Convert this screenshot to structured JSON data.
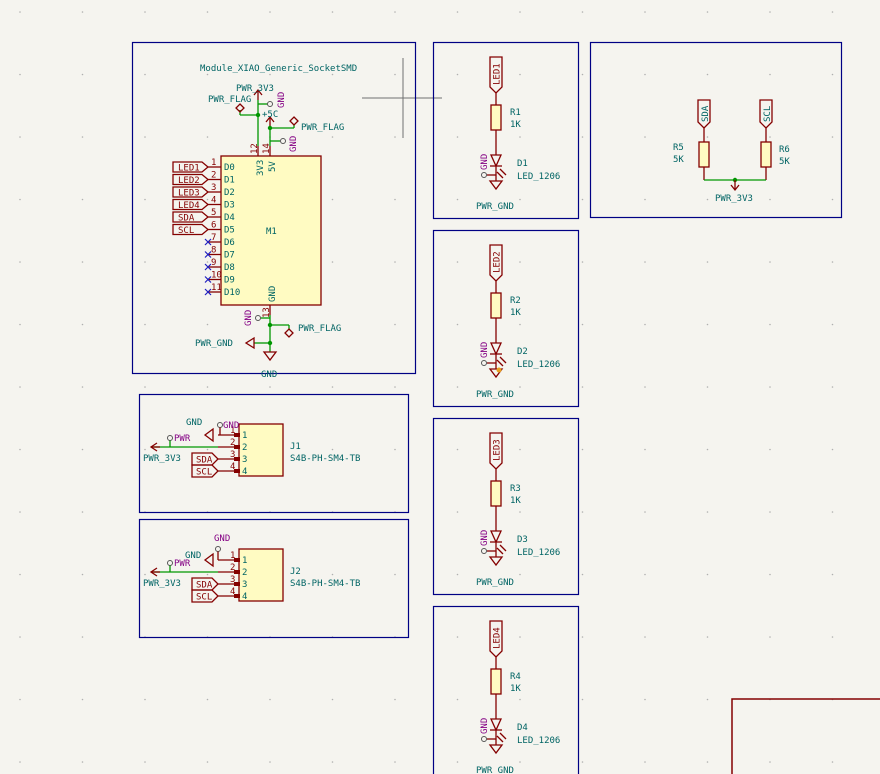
{
  "sheet": {
    "type": "KiCad schematic editor canvas",
    "colors": {
      "background": "#f5f4ef",
      "wire": "#009600",
      "symbol": "#840000",
      "symbol_fill": "#fffbc2",
      "text": "#006464",
      "power_text": "#840084",
      "box": "#000084",
      "no_connect": "#2020c0"
    }
  },
  "mcu": {
    "title": "Module_XIAO_Generic_SocketSMD",
    "ref": "M1",
    "power": {
      "pwr_3v3": "PWR_3V3",
      "pwr_flag_left": "PWR_FLAG",
      "gnd_top": "GND",
      "plus5c": "+5C",
      "pwr_flag_right": "PWR_FLAG",
      "gnd_5v": "GND",
      "pin12": "12",
      "pin14": "14",
      "pin_3v3_label": "3V3",
      "pin_5v_label": "5V"
    },
    "left_pins": [
      {
        "num": "1",
        "name": "D0",
        "net": "LED1"
      },
      {
        "num": "2",
        "name": "D1",
        "net": "LED2"
      },
      {
        "num": "3",
        "name": "D2",
        "net": "LED3"
      },
      {
        "num": "4",
        "name": "D3",
        "net": "LED4"
      },
      {
        "num": "5",
        "name": "D4",
        "net": "SDA"
      },
      {
        "num": "6",
        "name": "D5",
        "net": "SCL"
      },
      {
        "num": "7",
        "name": "D6",
        "net": ""
      },
      {
        "num": "8",
        "name": "D7",
        "net": ""
      },
      {
        "num": "9",
        "name": "D8",
        "net": ""
      },
      {
        "num": "10",
        "name": "D9",
        "net": ""
      },
      {
        "num": "11",
        "name": "D10",
        "net": ""
      }
    ],
    "bottom": {
      "pin13": "13",
      "pin_gnd_label": "GND",
      "gnd_small": "GND",
      "pwr_flag": "PWR_FLAG",
      "pwr_gnd": "PWR_GND",
      "gnd_bottom": "GND"
    }
  },
  "connectors": [
    {
      "ref": "J1",
      "value": "S4B-PH-SM4-TB",
      "gnd_green": "GND",
      "gnd_purple": "GND",
      "pwr": "PWR",
      "pwr_3v3": "PWR_3V3",
      "pins": [
        {
          "num": "1",
          "label": "1"
        },
        {
          "num": "2",
          "label": "2"
        },
        {
          "num": "3",
          "label": "3",
          "net": "SDA"
        },
        {
          "num": "4",
          "label": "4",
          "net": "SCL"
        }
      ]
    },
    {
      "ref": "J2",
      "value": "S4B-PH-SM4-TB",
      "gnd_green": "GND",
      "gnd_purple": "GND",
      "pwr": "PWR",
      "pwr_3v3": "PWR_3V3",
      "pins": [
        {
          "num": "1",
          "label": "1"
        },
        {
          "num": "2",
          "label": "2"
        },
        {
          "num": "3",
          "label": "3",
          "net": "SDA"
        },
        {
          "num": "4",
          "label": "4",
          "net": "SCL"
        }
      ]
    }
  ],
  "leds": [
    {
      "net": "LED1",
      "r_ref": "R1",
      "r_val": "1K",
      "d_ref": "D1",
      "d_val": "LED_1206",
      "gnd": "GND",
      "pwr_gnd": "PWR_GND"
    },
    {
      "net": "LED2",
      "r_ref": "R2",
      "r_val": "1K",
      "d_ref": "D2",
      "d_val": "LED_1206",
      "gnd": "GND",
      "pwr_gnd": "PWR_GND"
    },
    {
      "net": "LED3",
      "r_ref": "R3",
      "r_val": "1K",
      "d_ref": "D3",
      "d_val": "LED_1206",
      "gnd": "GND",
      "pwr_gnd": "PWR_GND"
    },
    {
      "net": "LED4",
      "r_ref": "R4",
      "r_val": "1K",
      "d_ref": "D4",
      "d_val": "LED_1206",
      "gnd": "GND",
      "pwr_gnd": "PWR_GND"
    }
  ],
  "pullups": {
    "left": {
      "net": "SDA",
      "ref": "R5",
      "val": "5K"
    },
    "right": {
      "net": "SCL",
      "ref": "R6",
      "val": "5K"
    },
    "supply": "PWR_3V3"
  }
}
